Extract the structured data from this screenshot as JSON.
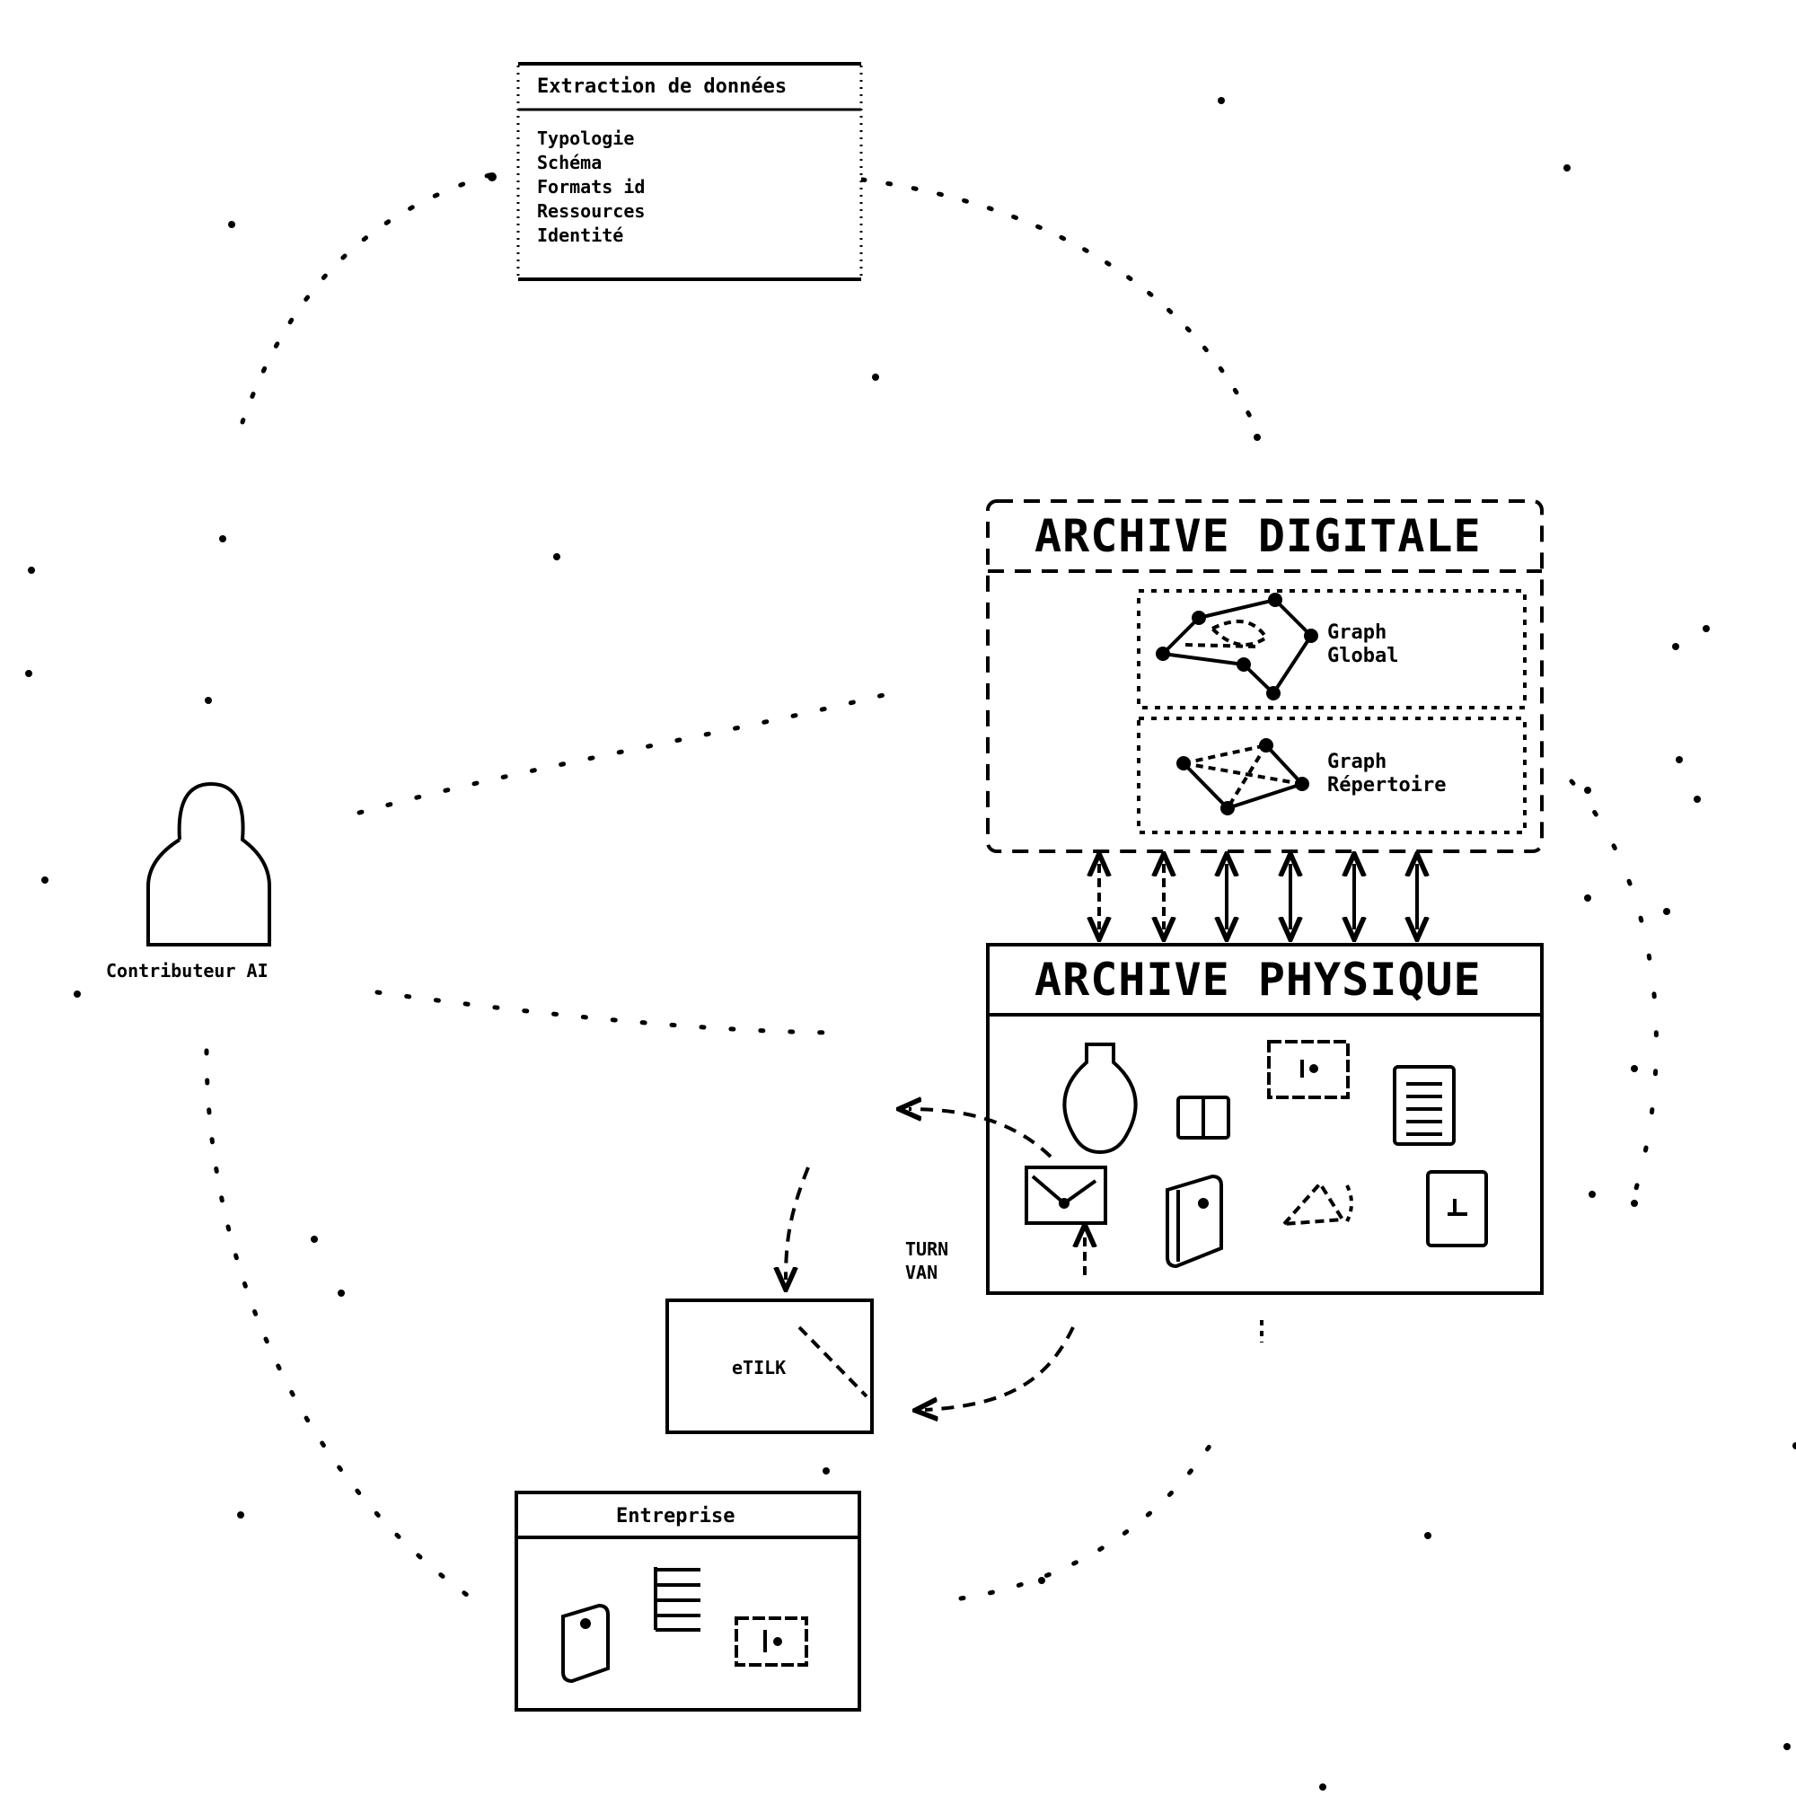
{
  "panel_top": {
    "title": "Extraction de données",
    "items": [
      "Typologie",
      "Schéma",
      "Formats id",
      "Ressources",
      "Identité"
    ]
  },
  "archive_digitale": {
    "title": "ARCHIVE DIGITALE",
    "graph_global": [
      "Graph",
      "Global"
    ],
    "graph_repertoire": [
      "Graph",
      "Répertoire"
    ]
  },
  "archive_physique": {
    "title": "ARCHIVE PHYSIQUE"
  },
  "contributor": {
    "label": "Contributeur AI"
  },
  "process_box": {
    "label": "eTILK"
  },
  "side_label": [
    "TURN",
    "VAN"
  ],
  "panel_bottom": {
    "title": "Entreprise"
  },
  "colors": {
    "ink": "#000000",
    "background": "#ffffff"
  },
  "icons": {
    "person": "person-icon",
    "vase": "vase-icon",
    "frame": "frame-icon",
    "document": "document-icon",
    "folder": "folder-icon",
    "box": "box-icon",
    "book": "book-icon",
    "tablet": "tablet-icon",
    "network": "network-graph-icon"
  }
}
